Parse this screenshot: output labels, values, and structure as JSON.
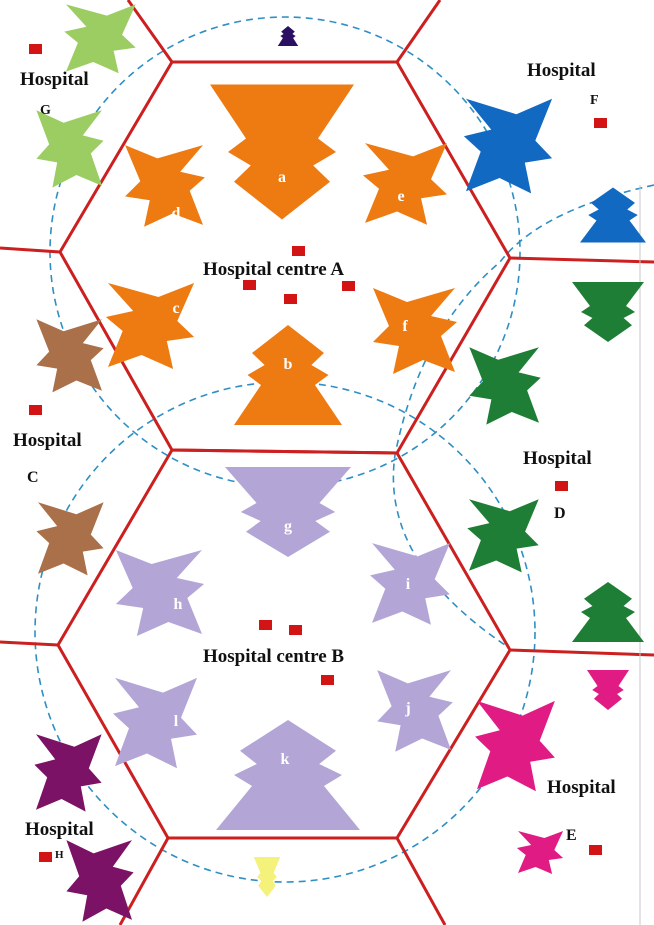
{
  "colors": {
    "cell_border": "#cc1f1f",
    "coverage_circle": "#2f8fc4",
    "hospital_marker": "#d21414",
    "cluster_a": "#ee7a12",
    "cluster_b": "#b3a6d6",
    "cluster_c": "#a9704a",
    "cluster_d": "#1f7e36",
    "cluster_e": "#e01c84",
    "cluster_f": "#1269c2",
    "cluster_g": "#9ccd62",
    "cluster_h": "#7b1266",
    "top_cell": "#2a0f63",
    "bottom_cell": "#f4f27a"
  },
  "hospital_labels": {
    "centre_a": "Hospital centre A",
    "centre_b": "Hospital centre B",
    "c_word": "Hospital",
    "c_letter": "C",
    "d_word": "Hospital",
    "d_letter": "D",
    "e_word": "Hospital",
    "e_letter": "E",
    "f_word": "Hospital",
    "f_letter": "F",
    "g_word": "Hospital",
    "g_letter": "G",
    "h_word": "Hospital",
    "h_letter": "H"
  },
  "sectors": {
    "a": "a",
    "b": "b",
    "c": "c",
    "d": "d",
    "e": "e",
    "f": "f",
    "g": "g",
    "h": "h",
    "i": "i",
    "j": "j",
    "k": "k",
    "l": "l"
  }
}
